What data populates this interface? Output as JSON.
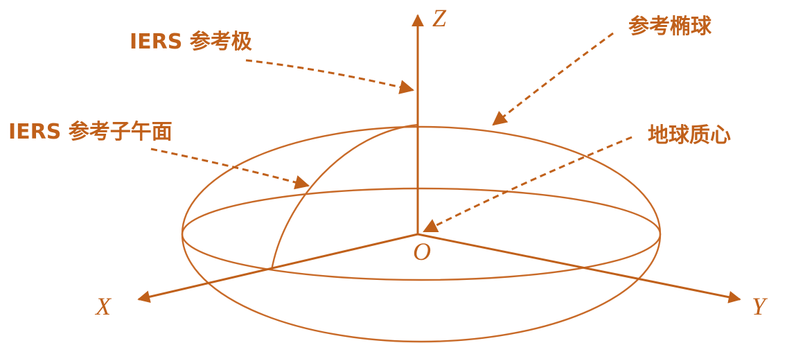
{
  "colors": {
    "stroke": "#c86a28",
    "text": "#c0601a"
  },
  "labels": {
    "iers_pole": "IERS 参考极",
    "reference_ellipsoid": "参考椭球",
    "iers_meridian": "IERS 参考子午面",
    "earth_center": "地球质心",
    "axis_x": "X",
    "axis_y": "Y",
    "axis_z": "Z",
    "origin": "O"
  }
}
